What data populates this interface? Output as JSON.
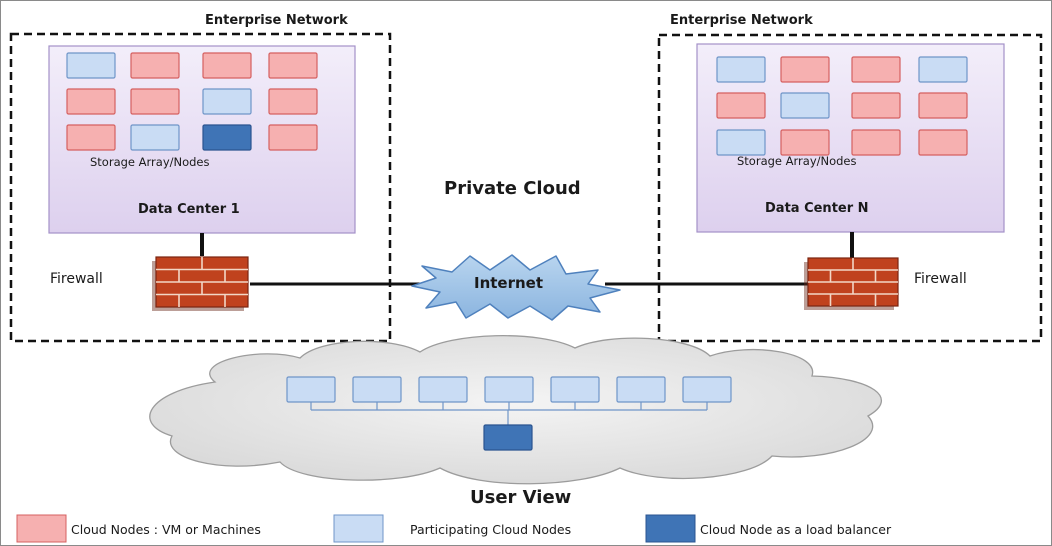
{
  "diagram": {
    "left_enterprise_label": "Enterprise Network",
    "right_enterprise_label": "Enterprise Network",
    "left_dc_label": "Data Center 1",
    "right_dc_label": "Data Center N",
    "left_storage_label": "Storage Array/Nodes",
    "right_storage_label": "Storage Array/Nodes",
    "left_firewall_label": "Firewall",
    "right_firewall_label": "Firewall",
    "private_cloud_label": "Private Cloud",
    "internet_label": "Internet",
    "user_view_label": "User View",
    "left_dc_nodes": [
      [
        "participating",
        "vm",
        "vm",
        "vm"
      ],
      [
        "vm",
        "vm",
        "participating",
        "vm"
      ],
      [
        "vm",
        "participating",
        "load_balancer",
        "vm"
      ]
    ],
    "right_dc_nodes": [
      [
        "participating",
        "vm",
        "vm",
        "participating"
      ],
      [
        "vm",
        "participating",
        "vm",
        "vm"
      ],
      [
        "participating",
        "vm",
        "vm",
        "vm"
      ]
    ],
    "user_view_nodes": 7
  },
  "legend": {
    "vm_label": "Cloud Nodes : VM or Machines",
    "participating_label": "Participating Cloud Nodes",
    "load_balancer_label": "Cloud Node as a load balancer"
  },
  "colors": {
    "vm_fill": "#f6b0b0",
    "vm_stroke": "#d56060",
    "participating_fill": "#c9dcf4",
    "participating_stroke": "#6f95c8",
    "load_balancer_fill": "#3f74b6",
    "load_balancer_stroke": "#2b5490",
    "datacenter_fill": "#e7dcf3",
    "datacenter_stroke": "#a491c8",
    "cloud_fill": "#e6e6e6",
    "cloud_stroke": "#9c9c9c",
    "internet_fill": "#9dc3e6",
    "internet_stroke": "#4f81bd",
    "brick": "#c0421e"
  }
}
